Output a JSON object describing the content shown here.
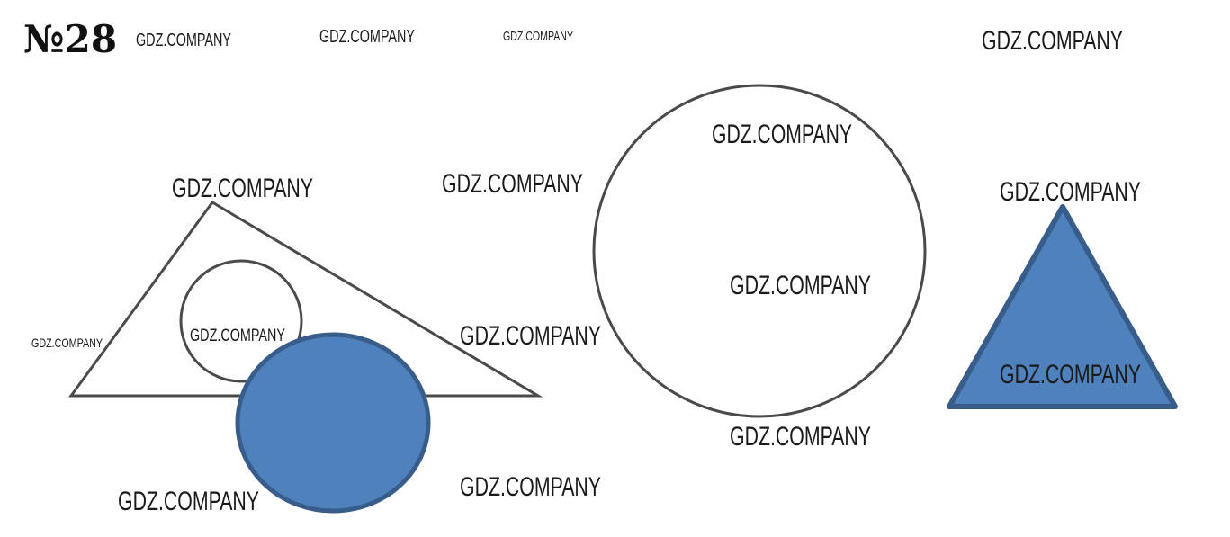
{
  "title": "№28",
  "watermark": "GDZ.COMPANY",
  "colors": {
    "stroke": "#4a4a4a",
    "fill_blue": "#4f81bd",
    "stroke_blue": "#385d8a",
    "text": "#1a1a1a"
  },
  "shapes": [
    {
      "name": "large-triangle",
      "kind": "triangle",
      "filled": false
    },
    {
      "name": "small-circle",
      "kind": "circle",
      "filled": false
    },
    {
      "name": "blue-ellipse",
      "kind": "ellipse",
      "filled": true
    },
    {
      "name": "large-circle",
      "kind": "circle",
      "filled": false
    },
    {
      "name": "blue-triangle",
      "kind": "triangle",
      "filled": true
    }
  ]
}
